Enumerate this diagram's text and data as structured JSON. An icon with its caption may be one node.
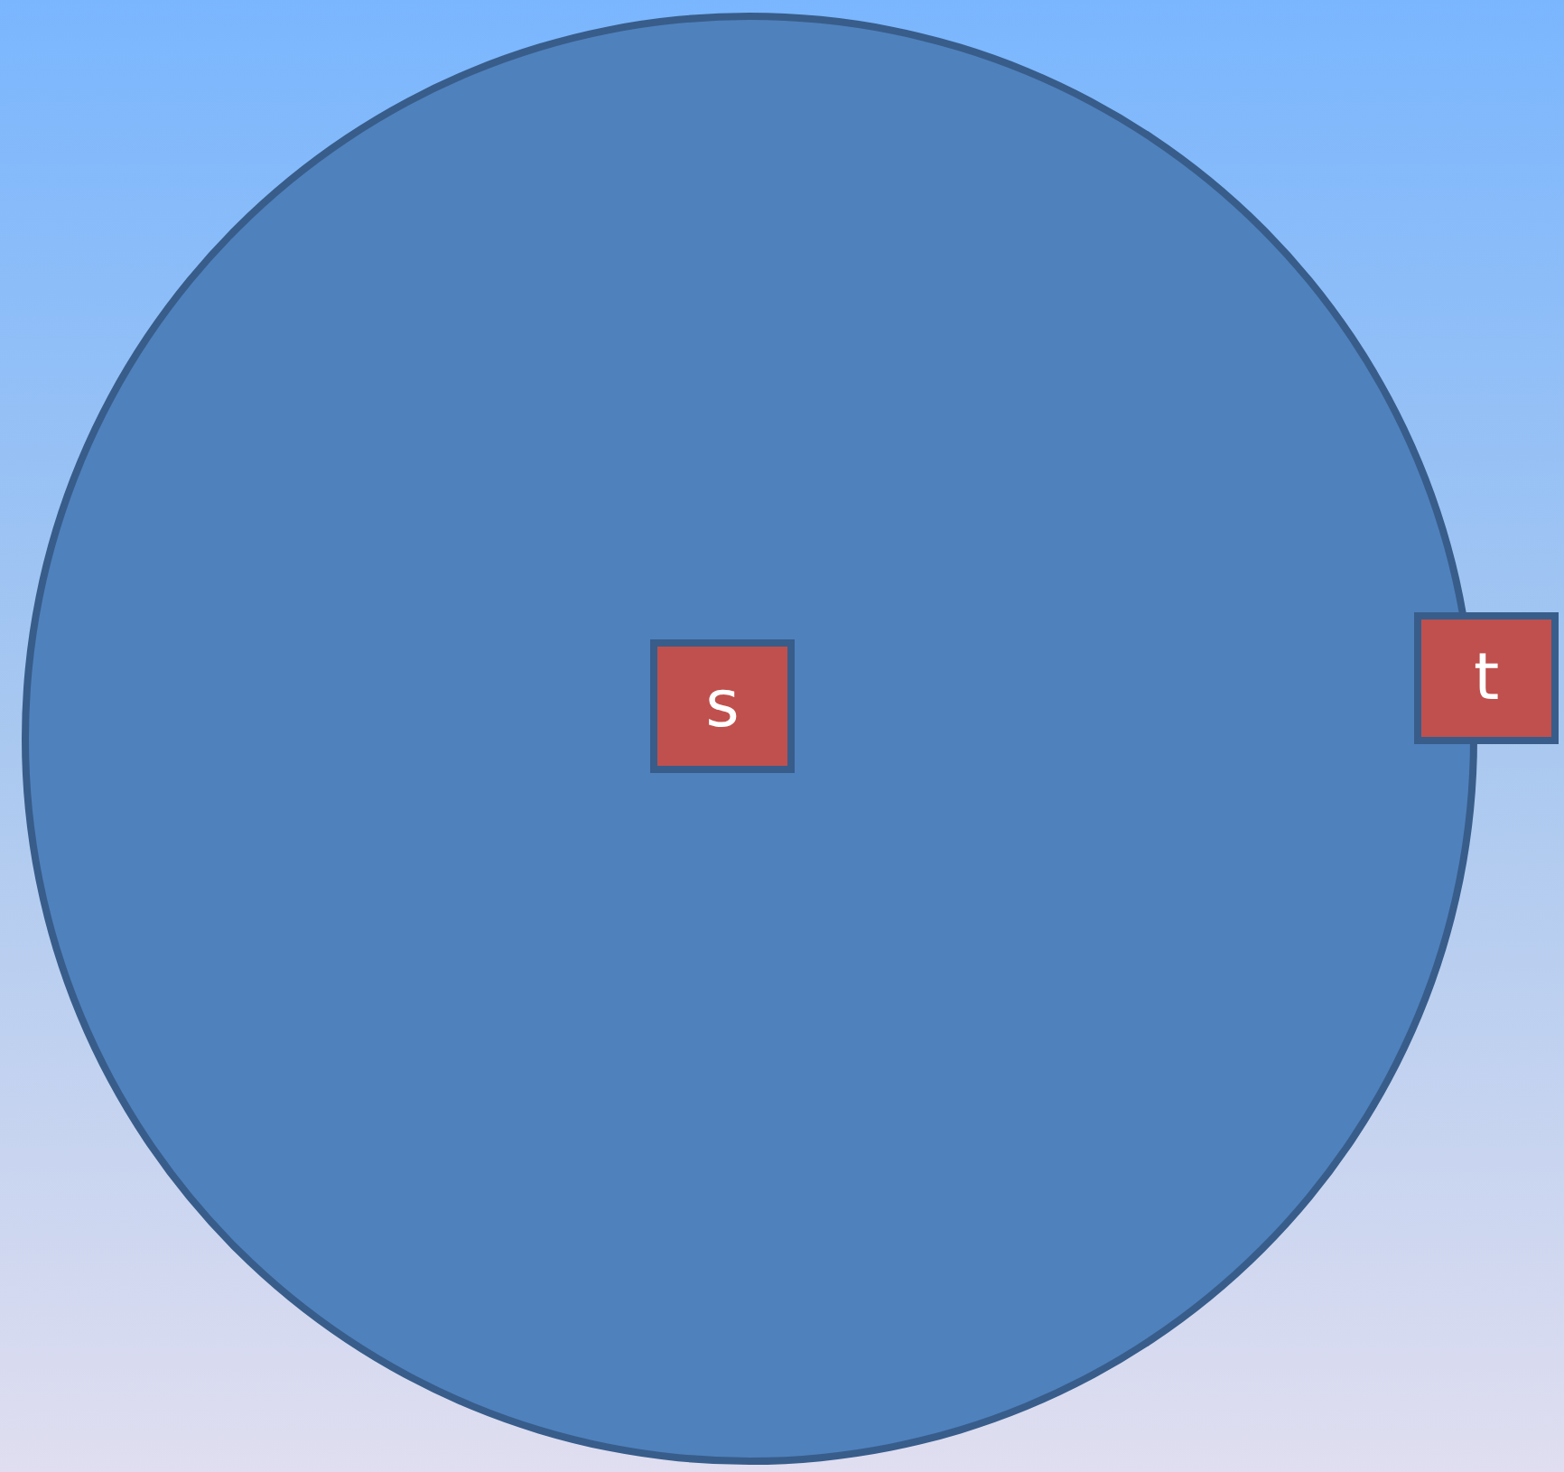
{
  "diagram": {
    "nodes": [
      {
        "text": [],
        "shape": "circle"
      },
      {
        "text": [
          "s"
        ],
        "in": 0
      },
      {
        "text": [
          "t"
        ]
      }
    ]
  }
}
